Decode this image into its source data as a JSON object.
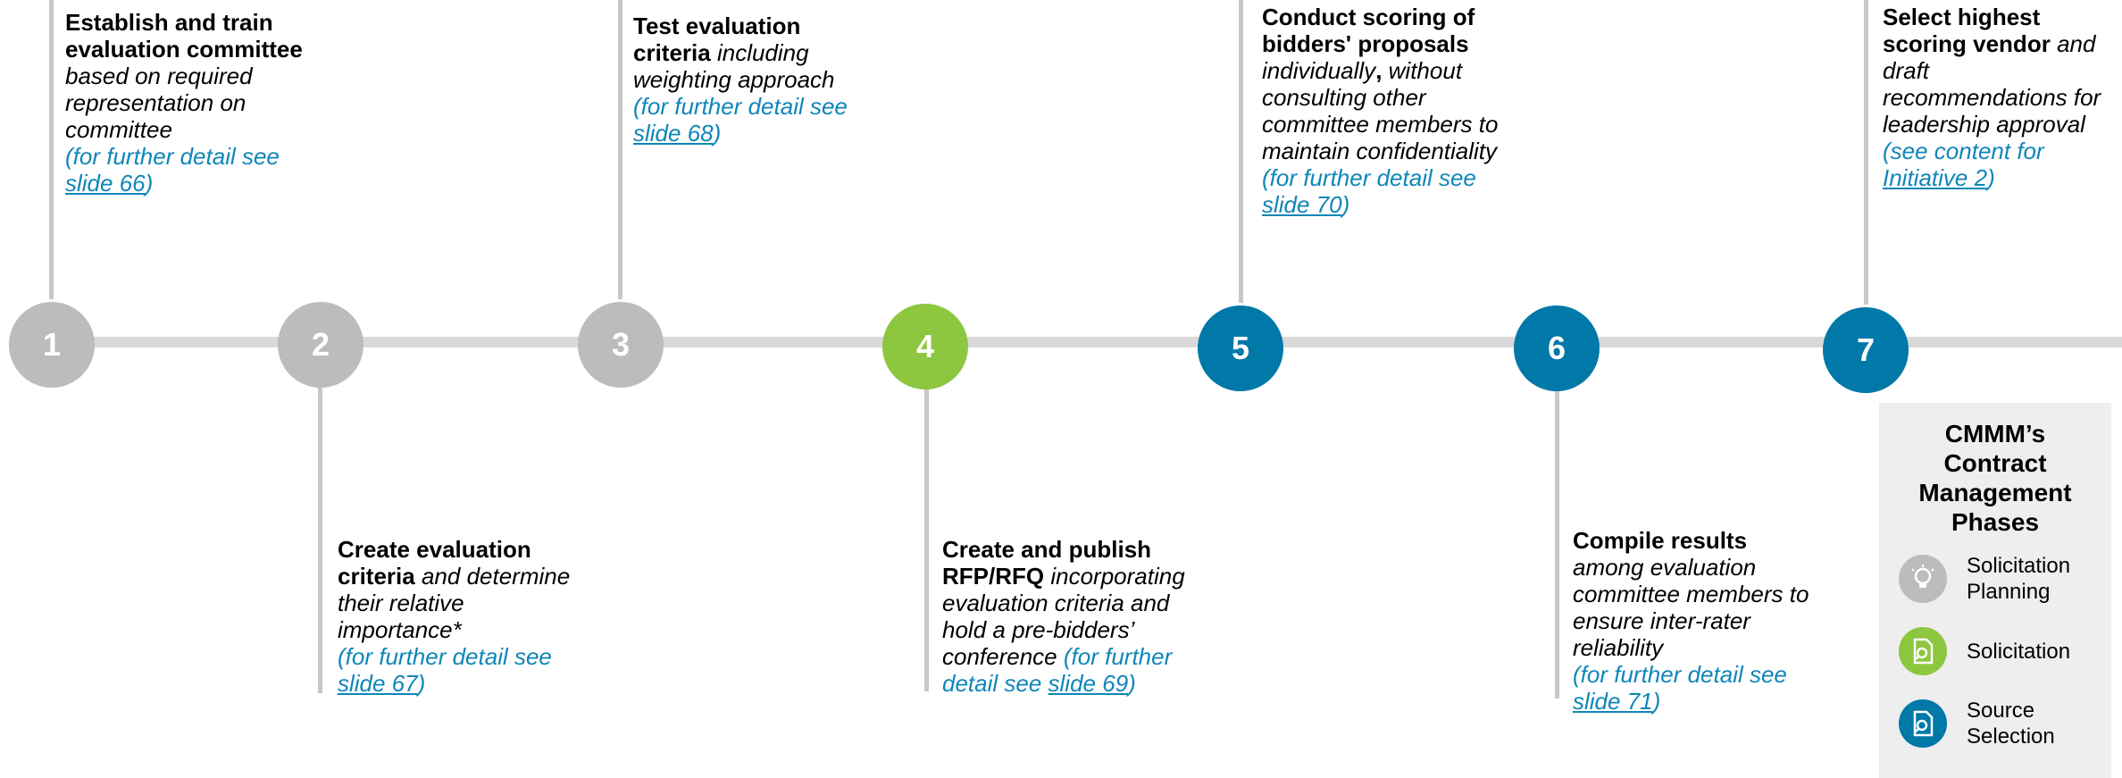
{
  "steps": [
    {
      "number": "1",
      "bold": "Establish and train evaluation committee",
      "italic": "based on required representation on committee",
      "link_prefix": "(for further detail see ",
      "link_text": "slide 66",
      "link_suffix": ")"
    },
    {
      "number": "2",
      "bold": "Create evaluation criteria",
      "italic": "and determine their relative importance*",
      "link_prefix": "(for further detail see ",
      "link_text": "slide 67",
      "link_suffix": ")"
    },
    {
      "number": "3",
      "bold": "Test evaluation criteria",
      "italic": "including weighting approach",
      "link_prefix": "(for further detail see ",
      "link_text": "slide 68",
      "link_suffix": ")"
    },
    {
      "number": "4",
      "bold": "Create and publish RFP/RFQ",
      "italic": "incorporating evaluation criteria and hold a pre-bidders’ conference",
      "link_prefix": "(for further detail see ",
      "link_text": "slide 69",
      "link_suffix": ")"
    },
    {
      "number": "5",
      "bold": "Conduct scoring of bidders' proposals",
      "italic": "individually",
      "bold2": ",",
      "italic2": "without consulting other committee members to maintain confidentiality",
      "link_prefix": "(for further detail see ",
      "link_text": "slide 70",
      "link_suffix": ")"
    },
    {
      "number": "6",
      "bold": "Compile results",
      "italic": "among evaluation committee members to ensure inter-rater reliability",
      "link_prefix": "(for further detail see ",
      "link_text": "slide 71",
      "link_suffix": ")"
    },
    {
      "number": "7",
      "bold": "Select highest scoring vendor",
      "italic": "and draft recommendations for leadership approval",
      "link_prefix": "(see content for ",
      "link_text": "Initiative 2",
      "link_suffix": ")"
    }
  ],
  "legend": {
    "title": "CMMM’s Contract Management Phases",
    "items": [
      {
        "label": "Solicitation Planning",
        "icon": "lightbulb-icon",
        "color": "#bcbcbc"
      },
      {
        "label": "Solicitation",
        "icon": "document-search-icon",
        "color": "#8dc63f"
      },
      {
        "label": "Source Selection",
        "icon": "document-search-icon",
        "color": "#0078a8"
      }
    ]
  },
  "colors": {
    "gray": "#bcbcbc",
    "green": "#8dc63f",
    "blue": "#0078a8",
    "link": "#0e86b8",
    "line": "#d9d9d9"
  }
}
